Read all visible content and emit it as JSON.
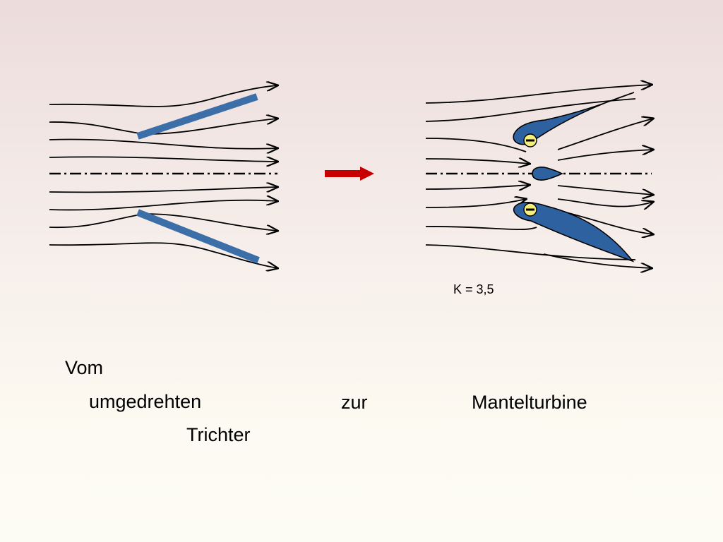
{
  "coefficient_label": "K = 3,5",
  "caption": {
    "line1": "Vom",
    "line2": "umgedrehten",
    "line3": "Trichter",
    "middle": "zur",
    "right": "Mantelturbine"
  },
  "colors": {
    "plate_fill": "#3c6ea8",
    "airfoil_fill": "#2e61a0",
    "arrow_red": "#c80000",
    "low_pressure_marker": "#f6f07a"
  },
  "icons": {
    "transition_arrow": "arrow-right-icon",
    "pressure_marker": "minus-circle-icon"
  }
}
